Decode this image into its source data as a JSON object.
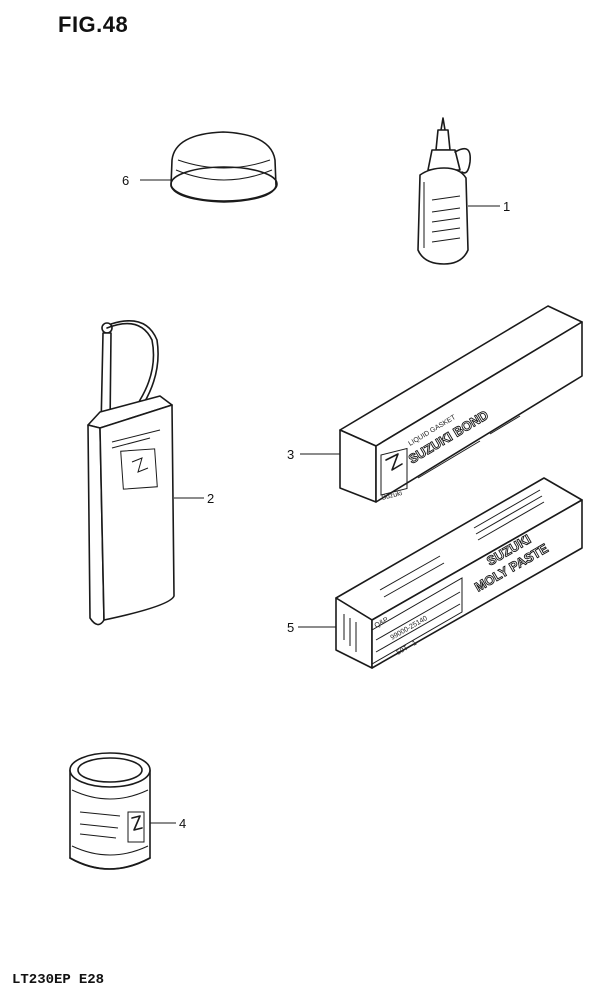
{
  "figure": {
    "title": "FIG.48"
  },
  "footer": {
    "model": "LT230EP",
    "code": "E28"
  },
  "callouts": {
    "c1": "1",
    "c2": "2",
    "c3": "3",
    "c4": "4",
    "c5": "5",
    "c6": "6"
  },
  "labels": {
    "bond_big": "SUZUKI BOND",
    "bond_small": "LIQUID GASKET",
    "bond_side": "Suzuki",
    "paste_big_1": "SUZUKI",
    "paste_big_2": "MOLY PASTE",
    "paste_part_no": "99000-25140",
    "paste_box_code": "Q&P",
    "paste_qty": "50T - 1"
  }
}
